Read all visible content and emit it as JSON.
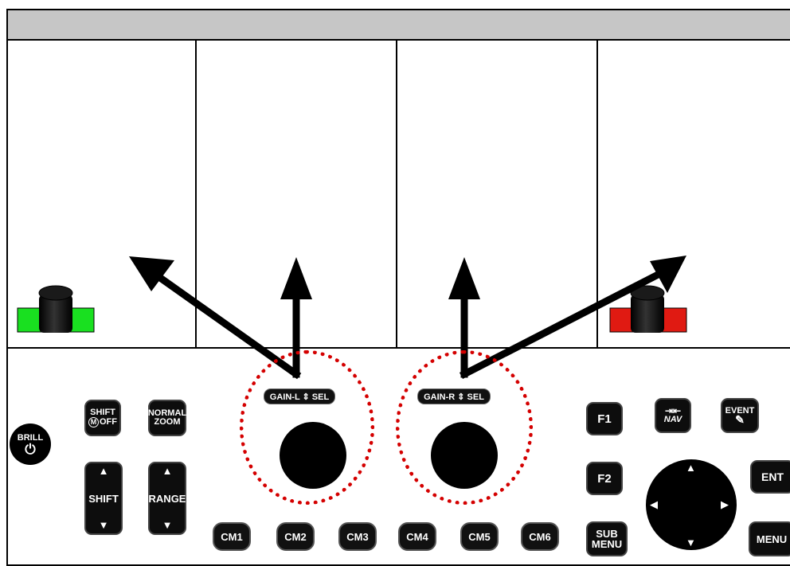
{
  "indicators": {
    "left_bar_color": "#19e020",
    "right_bar_color": "#e01a12",
    "arrow_color": "#000000",
    "ring_color": "#d40000"
  },
  "keys": {
    "brill": "BRILL",
    "brill_icon": "⏻",
    "shift_off_top": "SHIFT",
    "shift_off_bottom": "OFF",
    "shift_off_circle": "M",
    "normal_zoom_top": "NORMAL",
    "normal_zoom_bottom": "ZOOM",
    "shift": "SHIFT",
    "range": "RANGE",
    "up_glyph": "▲",
    "down_glyph": "▼",
    "gain_l": "GAIN-L ⇕ SEL",
    "gain_r": "GAIN-R ⇕ SEL",
    "f1": "F1",
    "f2": "F2",
    "nav": "NAV",
    "nav_icon": "⇥⇤",
    "event": "EVENT",
    "event_icon": "✎",
    "ent": "ENT",
    "sub_menu_top": "SUB",
    "sub_menu_bottom": "MENU",
    "menu": "MENU",
    "dpad_up": "▲",
    "dpad_down": "▼",
    "dpad_left": "◀",
    "dpad_right": "▶",
    "cm": [
      "CM1",
      "CM2",
      "CM3",
      "CM4",
      "CM5",
      "CM6"
    ]
  }
}
